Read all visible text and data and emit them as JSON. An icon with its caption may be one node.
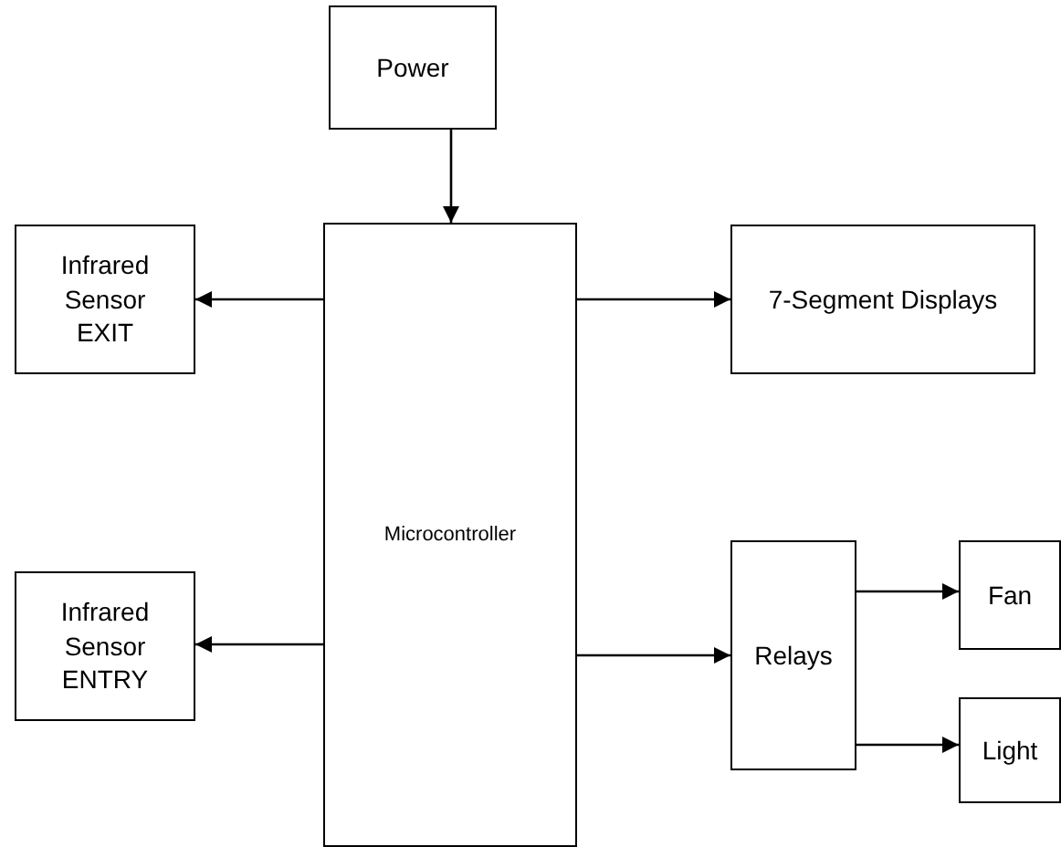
{
  "diagram": {
    "nodes": [
      {
        "text": [
          "Power"
        ]
      },
      {
        "text": [
          "Microcontroller"
        ]
      },
      {
        "text": [
          "Infrared Sensor EXIT"
        ]
      },
      {
        "text": [
          "7-Segment Displays"
        ]
      },
      {
        "text": [
          "Infrared Sensor ENTRY"
        ]
      },
      {
        "text": [
          "Relays"
        ]
      },
      {
        "text": [
          "Fan"
        ]
      },
      {
        "text": [
          "Light"
        ]
      }
    ],
    "edges": [
      {
        "from": 0,
        "to": 1,
        "arrow": "to"
      },
      {
        "from": 1,
        "to": 2,
        "arrow": "to"
      },
      {
        "from": 1,
        "to": 3,
        "arrow": "to"
      },
      {
        "from": 1,
        "to": 4,
        "arrow": "to"
      },
      {
        "from": 1,
        "to": 5,
        "arrow": "to"
      },
      {
        "from": 5,
        "to": 6,
        "arrow": "to"
      },
      {
        "from": 5,
        "to": 7,
        "arrow": "to"
      }
    ]
  }
}
